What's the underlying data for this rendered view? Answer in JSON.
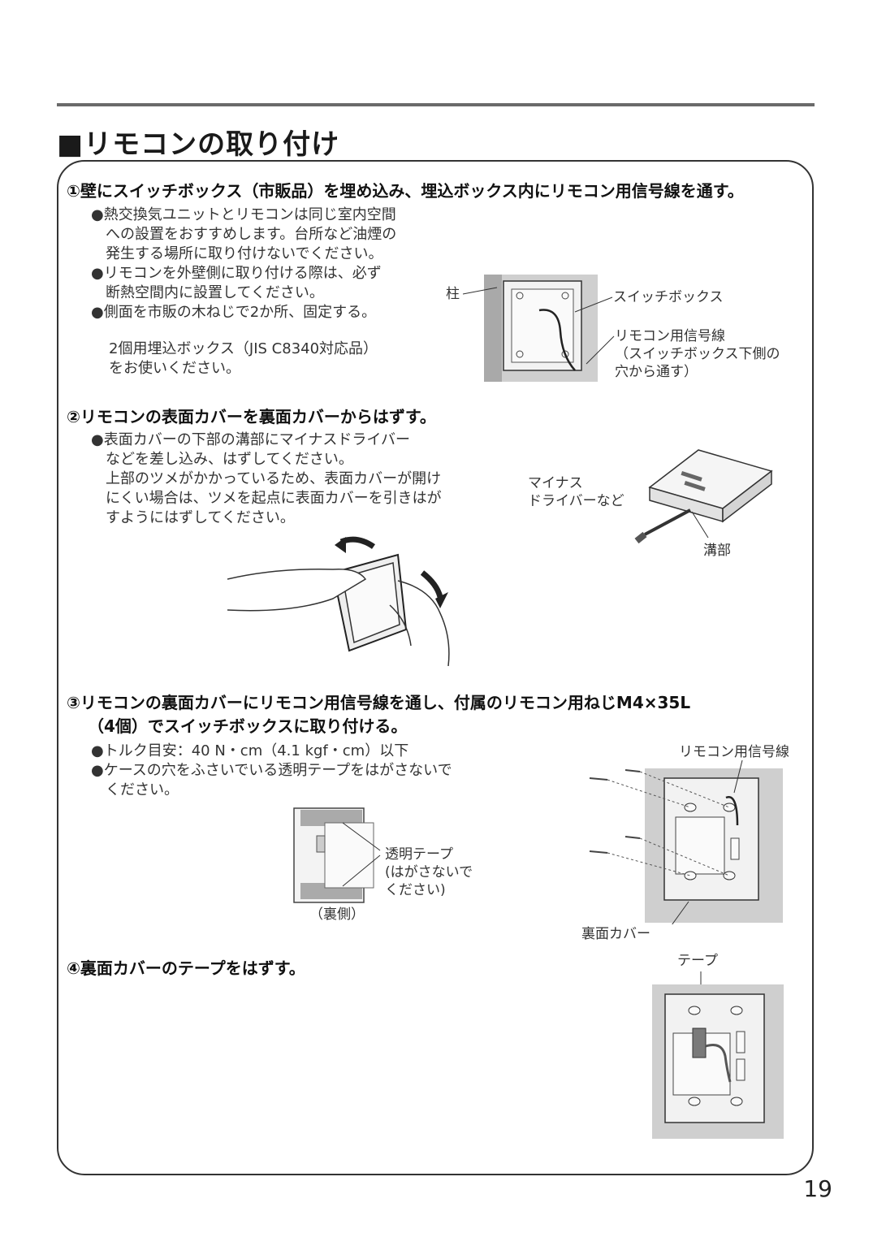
{
  "page": {
    "title": "■リモコンの取り付け",
    "page_number": "19"
  },
  "step1": {
    "heading": "①壁にスイッチボックス（市販品）を埋め込み、埋込ボックス内にリモコン用信号線を通す。",
    "bullets": [
      "●熱交換気ユニットとリモコンは同じ室内空間",
      "　への設置をおすすめします。台所など油煙の",
      "　発生する場所に取り付けないでください。",
      "●リモコンを外壁側に取り付ける際は、必ず",
      "　断熱空間内に設置してください。",
      "●側面を市販の木ねじで2か所、固定する。"
    ],
    "note": [
      "2個用埋込ボックス（JIS C8340対応品）",
      "をお使いください。"
    ],
    "labels": {
      "pillar": "柱",
      "switch_box": "スイッチボックス",
      "signal_wire": [
        "リモコン用信号線",
        "（スイッチボックス下側の",
        "穴から通す）"
      ]
    }
  },
  "step2": {
    "heading": "②リモコンの表面カバーを裏面カバーからはずす。",
    "bullets": [
      "●表面カバーの下部の溝部にマイナスドライバー",
      "　などを差し込み、はずしてください。",
      "　上部のツメがかかっているため、表面カバーが開け",
      "　にくい場合は、ツメを起点に表面カバーを引きはが",
      "　すようにはずしてください。"
    ],
    "labels": {
      "driver": [
        "マイナス",
        "ドライバーなど"
      ],
      "groove": "溝部"
    }
  },
  "step3": {
    "heading": [
      "③リモコンの裏面カバーにリモコン用信号線を通し、付属のリモコン用ねじM4×35L",
      "（4個）でスイッチボックスに取り付ける。"
    ],
    "bullets": [
      "●トルク目安：40 N・cm（4.1 kgf・cm）以下",
      "●ケースの穴をふさいでいる透明テープをはがさないで",
      "　ください。"
    ],
    "labels": {
      "tape": [
        "透明テープ",
        "(はがさないで",
        "ください)"
      ],
      "back_side": "（裏側）",
      "signal_wire": "リモコン用信号線",
      "back_cover": "裏面カバー"
    }
  },
  "step4": {
    "heading": "④裏面カバーのテープをはずす。",
    "labels": {
      "tape": "テープ"
    }
  }
}
